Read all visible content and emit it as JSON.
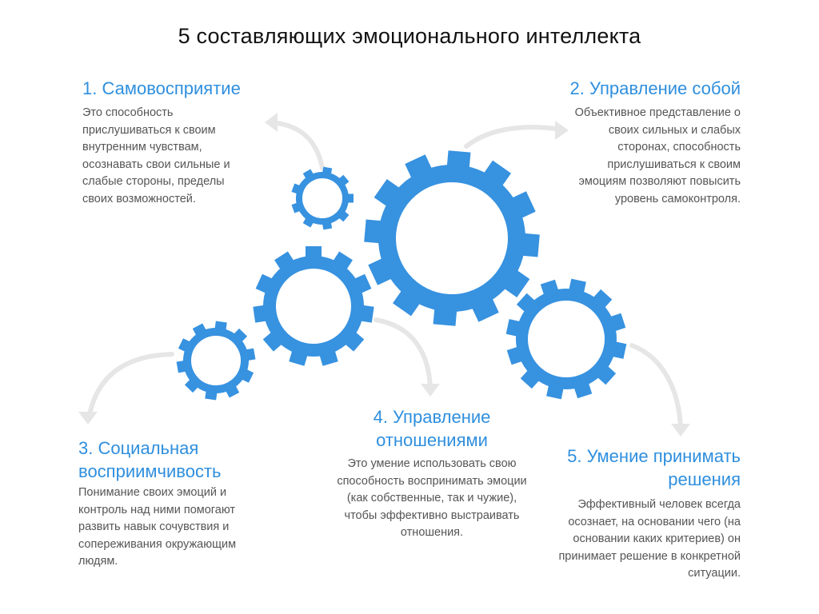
{
  "title": "5 составляющих эмоционального интеллекта",
  "colors": {
    "gear": "#3792e0",
    "arrow": "#e6e6e6",
    "heading": "#2f8fde",
    "text": "#555555",
    "title": "#111111"
  },
  "components": [
    {
      "heading": "1. Самовосприятие",
      "description": "Это способность прислушиваться к своим внутренним чувствам, осознавать свои сильные и слабые стороны, пределы своих возможностей."
    },
    {
      "heading": "2. Управление собой",
      "description": "Объективное представление о своих сильных и слабых сторонах, способность прислушиваться к своим эмоциям позволяют повысить уровень самоконтроля."
    },
    {
      "heading": "3. Социальная восприимчивость",
      "description": "Понимание своих эмоций и контроль над ними помогают развить навык сочувствия и сопереживания окружающим людям."
    },
    {
      "heading": "4. Управление отношениями",
      "description": "Это умение использовать свою способность воспринимать эмоции (как собственные, так и чужие), чтобы эффективно выстраивать отношения."
    },
    {
      "heading": "5. Умение принимать решения",
      "description": "Эффективный человек всегда осознает, на основании чего (на основании каких критериев) он принимает решение в конкретной ситуации."
    }
  ],
  "gears": [
    {
      "icon": "gear-icon"
    },
    {
      "icon": "gear-icon"
    },
    {
      "icon": "gear-icon"
    },
    {
      "icon": "gear-icon"
    },
    {
      "icon": "gear-icon"
    }
  ]
}
